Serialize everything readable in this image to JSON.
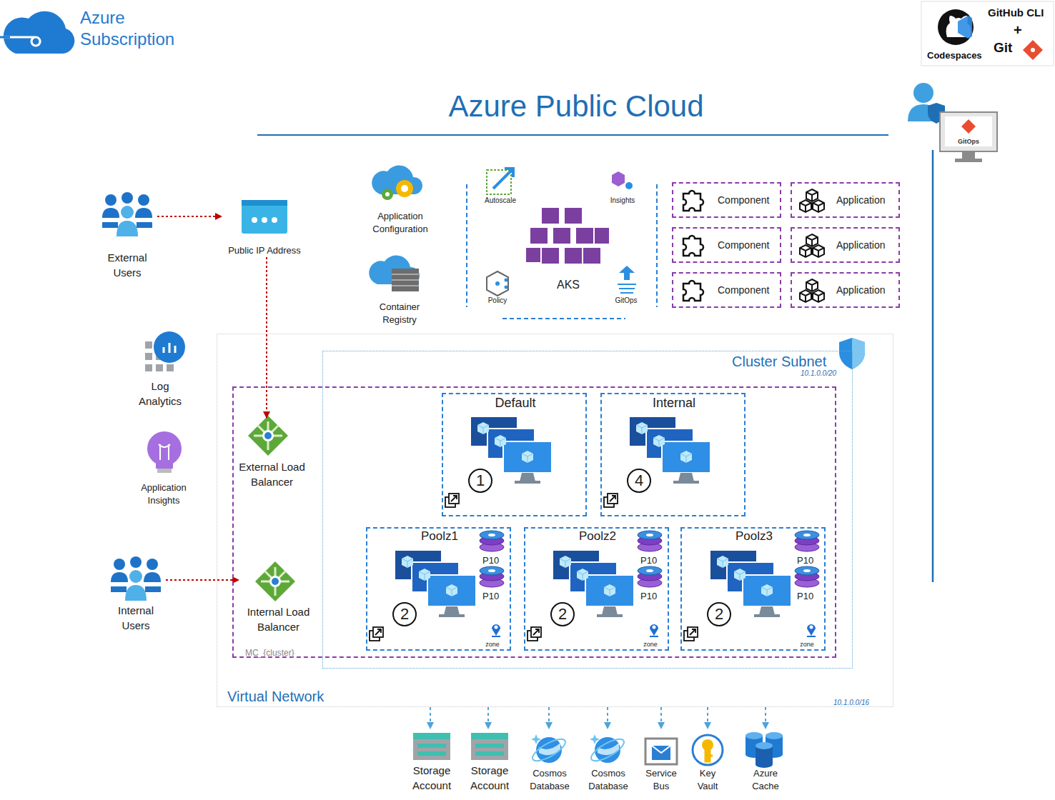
{
  "diagram": {
    "title": "Azure Public Cloud",
    "nodes": [
      {
        "text": [
          "External Users"
        ]
      },
      {
        "text": [
          "Public IP Address"
        ]
      },
      {
        "text": [
          "Application Configuration"
        ]
      },
      {
        "text": [
          "Container Registry"
        ]
      },
      {
        "text": [
          "AKS"
        ]
      },
      {
        "text": [
          "Component"
        ]
      },
      {
        "text": [
          "Application"
        ]
      },
      {
        "text": [
          "Component"
        ]
      },
      {
        "text": [
          "Application"
        ]
      },
      {
        "text": [
          "Component"
        ]
      },
      {
        "text": [
          "Application"
        ]
      },
      {
        "text": [
          "Log Analytics"
        ]
      },
      {
        "text": [
          "Application Insights"
        ]
      },
      {
        "text": [
          "Virtual Network",
          "10.1.0.0/16"
        ]
      },
      {
        "text": [
          "Cluster Subnet",
          "10.1.0.0/20"
        ],
        "in": 13
      },
      {
        "text": [
          "MC_{cluster}"
        ],
        "in": 13
      },
      {
        "text": [
          "External Load Balancer"
        ],
        "in": 15
      },
      {
        "text": [
          "Internal Load Balancer"
        ],
        "in": 15
      },
      {
        "text": [
          "Default",
          "1"
        ],
        "in": 15
      },
      {
        "text": [
          "Internal",
          "4"
        ],
        "in": 15
      },
      {
        "text": [
          "Poolz1",
          "P10",
          "P10",
          "2",
          "zone"
        ],
        "in": 15
      },
      {
        "text": [
          "Poolz2",
          "P10",
          "P10",
          "2",
          "zone"
        ],
        "in": 15
      },
      {
        "text": [
          "Poolz3",
          "P10",
          "P10",
          "2",
          "zone"
        ],
        "in": 15
      },
      {
        "text": [
          "Internal Users"
        ]
      },
      {
        "text": [
          "Storage Account"
        ]
      },
      {
        "text": [
          "Storage Account"
        ]
      },
      {
        "text": [
          "Cosmos Database"
        ]
      },
      {
        "text": [
          "Cosmos Database"
        ]
      },
      {
        "text": [
          "Service Bus"
        ]
      },
      {
        "text": [
          "Key Vault"
        ]
      },
      {
        "text": [
          "Azure Cache"
        ]
      }
    ],
    "edges": [
      {
        "from": 0,
        "to": 1,
        "arrow": "to"
      },
      {
        "from": 1,
        "to": 16,
        "arrow": "to"
      },
      {
        "from": 23,
        "to": 17,
        "arrow": "to"
      },
      {
        "from": 13,
        "to": 24,
        "arrow": "to"
      },
      {
        "from": 13,
        "to": 25,
        "arrow": "to"
      },
      {
        "from": 13,
        "to": 26,
        "arrow": "to"
      },
      {
        "from": 13,
        "to": 27,
        "arrow": "to"
      },
      {
        "from": 13,
        "to": 28,
        "arrow": "to"
      },
      {
        "from": 13,
        "to": 29,
        "arrow": "to"
      },
      {
        "from": 13,
        "to": 30,
        "arrow": "to"
      }
    ],
    "labels": [
      "Azure Subscription",
      "Codespaces",
      "GitHub CLI",
      "+",
      "Git",
      "GitOps",
      "Autoscale",
      "Insights",
      "Policy",
      "GitOps"
    ]
  }
}
